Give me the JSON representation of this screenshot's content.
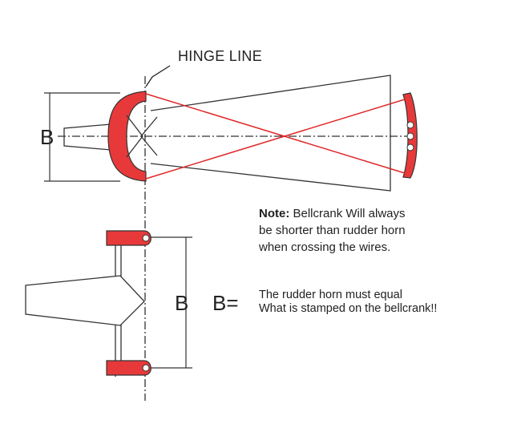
{
  "labels": {
    "hinge_line": "HINGE LINE",
    "b_top": "B",
    "b_bottom": "B",
    "b_equals": "B="
  },
  "note": {
    "prefix": "Note:",
    "line1": " Bellcrank Will always",
    "line2": "be shorter than rudder horn",
    "line3": "when crossing the wires."
  },
  "rule": {
    "line1": "The rudder horn must equal",
    "line2": "What is stamped on the bellcrank!!"
  },
  "colors": {
    "horn_fill": "#e8393a",
    "wire": "#e0282a",
    "outline": "#333333"
  }
}
